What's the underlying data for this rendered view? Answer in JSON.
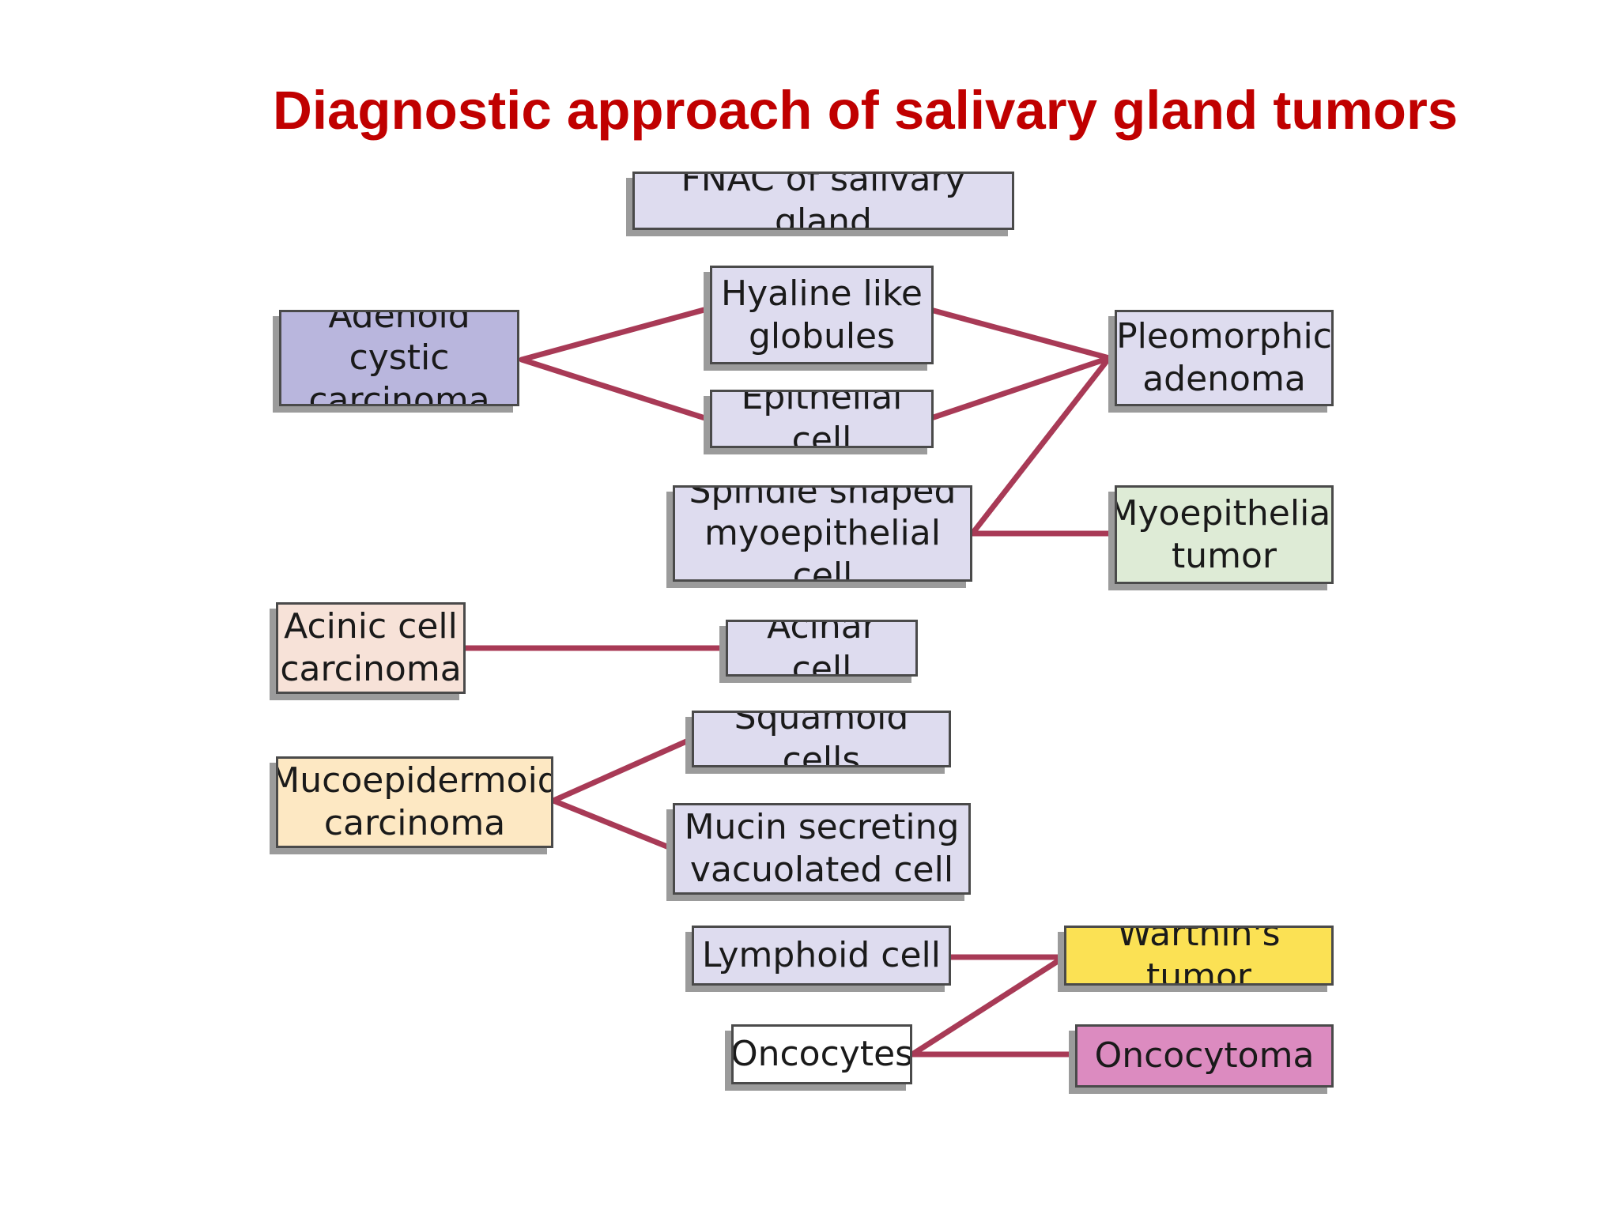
{
  "title": "Diagnostic approach of salivary gland tumors",
  "colors": {
    "title": "#c00000",
    "connector": "#a83a56",
    "box_border": "#4a4a4a",
    "cell_box": "#dedcef",
    "adenoid_cystic": "#b9b6dd",
    "acinic_cell": "#f7e2d8",
    "mucoepidermoid": "#fde8c3",
    "myoepithelial": "#deebd6",
    "warthin": "#fbe154",
    "oncocytoma": "#dc8bc0"
  },
  "nodes": {
    "fnac": "FNAC of salivary gland",
    "hyaline": "Hyaline like globules",
    "epithelial": "Epithelial cell",
    "spindle": "Spindle shaped myoepithelial cell",
    "acinar": "Acinar cell",
    "squamoid": "Squamoid cells",
    "mucin": "Mucin secreting vacuolated cell",
    "lymphoid": "Lymphoid cell",
    "oncocytes": "Oncocytes",
    "adenoid_cystic": "Adenoid cystic carcinoma",
    "acinic": "Acinic cell carcinoma",
    "mucoepidermoid": "Mucoepidermoid carcinoma",
    "pleomorphic": "Pleomorphic adenoma",
    "myoepithelial": "Myoepithelial tumor",
    "warthin": "Warthin's tumor",
    "oncocytoma": "Oncocytoma"
  },
  "edges": [
    {
      "from": "adenoid_cystic",
      "to": "hyaline"
    },
    {
      "from": "adenoid_cystic",
      "to": "epithelial"
    },
    {
      "from": "hyaline",
      "to": "pleomorphic"
    },
    {
      "from": "epithelial",
      "to": "pleomorphic"
    },
    {
      "from": "spindle",
      "to": "pleomorphic"
    },
    {
      "from": "spindle",
      "to": "myoepithelial"
    },
    {
      "from": "acinic",
      "to": "acinar"
    },
    {
      "from": "mucoepidermoid",
      "to": "squamoid"
    },
    {
      "from": "mucoepidermoid",
      "to": "mucin"
    },
    {
      "from": "lymphoid",
      "to": "warthin"
    },
    {
      "from": "oncocytes",
      "to": "warthin"
    },
    {
      "from": "oncocytes",
      "to": "oncocytoma"
    }
  ]
}
